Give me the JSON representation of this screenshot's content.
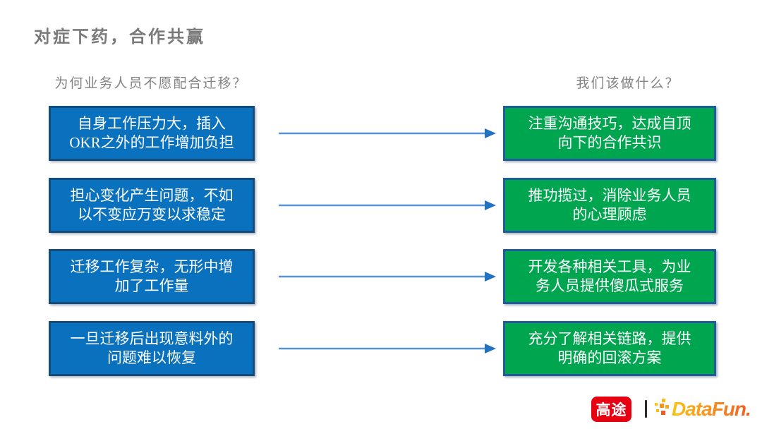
{
  "slide": {
    "title": "对症下药，合作共赢",
    "columns": {
      "left_header": "为何业务人员不愿配合迁移？",
      "right_header": "我们该做什么？"
    },
    "rows": [
      {
        "problem": "自身工作压力大，插入\nOKR之外的工作增加负担",
        "solution": "注重沟通技巧，达成自顶\n向下的合作共识"
      },
      {
        "problem": "担心变化产生问题，不如\n以不变应万变以求稳定",
        "solution": "推功揽过，消除业务人员\n的心理顾虑"
      },
      {
        "problem": "迁移工作复杂，无形中增\n加了工作量",
        "solution": "开发各种相关工具，为业\n务人员提供傻瓜式服务"
      },
      {
        "problem": "一旦迁移后出现意料外的\n问题难以恢复",
        "solution": "充分了解相关链路，提供\n明确的回滚方案"
      }
    ],
    "colors": {
      "problem_fill": "#0A71BE",
      "problem_border": "#134B7C",
      "solution_fill": "#00A550",
      "solution_border": "#1E5C9C",
      "arrow_blue": "#3D86D2",
      "title_gray": "#7A7A7A",
      "brand_red": "#E60012",
      "brand_yellow": "#FFC20E",
      "brand_orange": "#F15A24"
    },
    "footer": {
      "brand_left": "高途",
      "separator": "|",
      "brand_right": "DataFun."
    }
  }
}
